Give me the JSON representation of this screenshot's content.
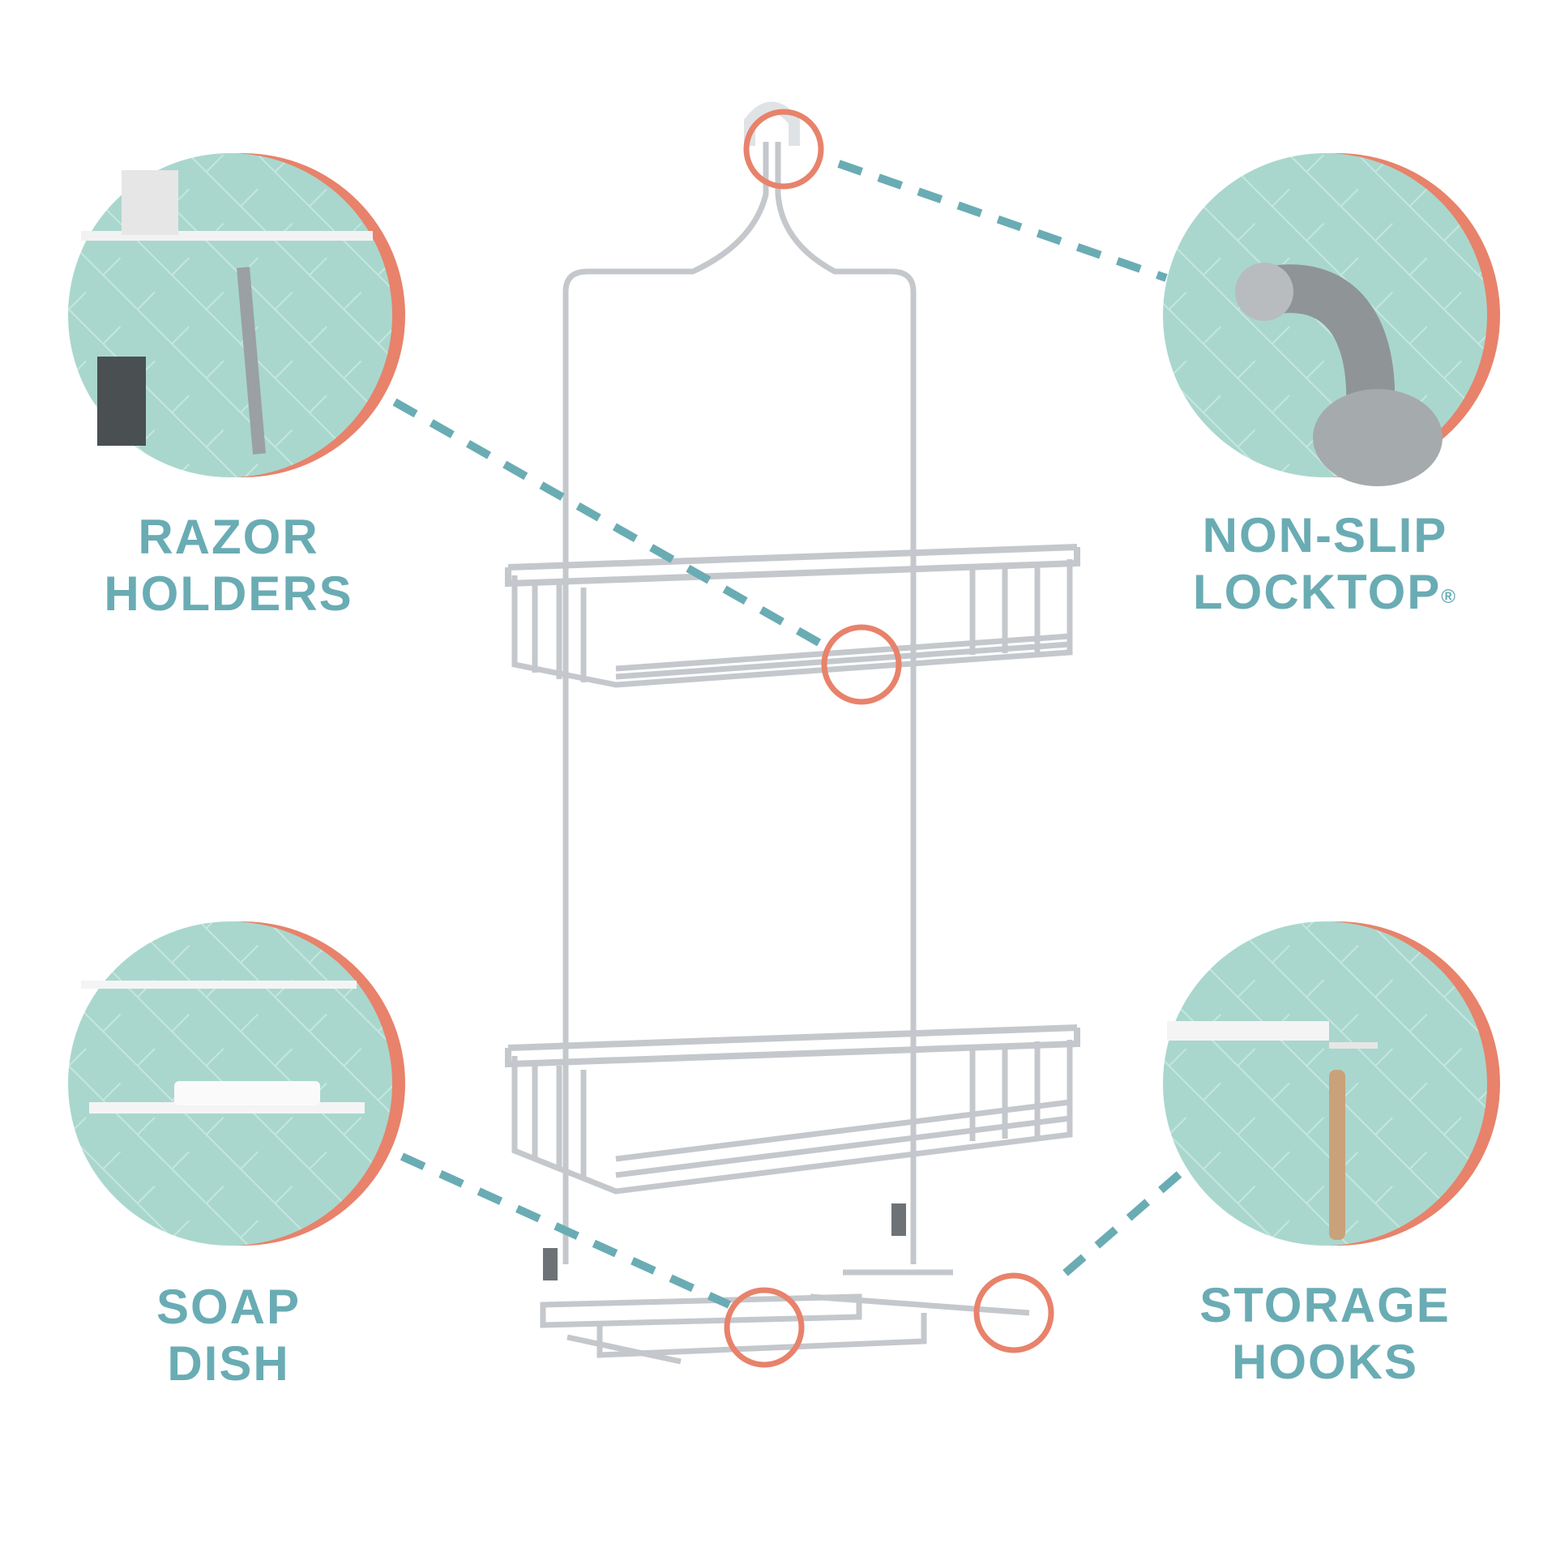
{
  "colors": {
    "teal": "#6aacb4",
    "coral": "#e8826b",
    "tile": "#a9d7cd",
    "metal": "#c9ccd0"
  },
  "features": [
    {
      "id": "razor",
      "line1": "RAZOR",
      "line2": "HOLDERS"
    },
    {
      "id": "locktop",
      "line1": "NON-SLIP",
      "line2": "LOCKTOP",
      "mark": "®"
    },
    {
      "id": "soap",
      "line1": "SOAP",
      "line2": "DISH"
    },
    {
      "id": "hooks",
      "line1": "STORAGE",
      "line2": "HOOKS"
    }
  ]
}
